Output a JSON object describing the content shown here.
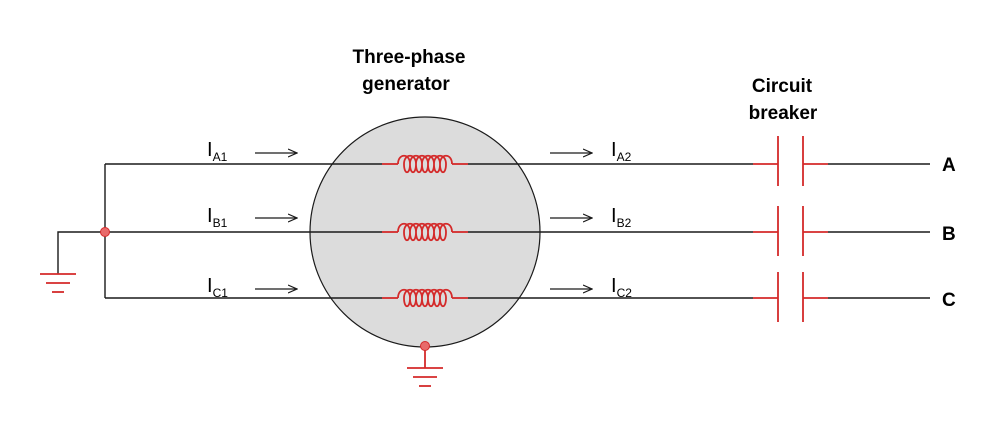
{
  "generator": {
    "title_line1": "Three-phase",
    "title_line2": "generator"
  },
  "breaker": {
    "title_line1": "Circuit",
    "title_line2": "breaker"
  },
  "phases": [
    {
      "label": "A",
      "in_main": "I",
      "in_sub": "A1",
      "out_main": "I",
      "out_sub": "A2"
    },
    {
      "label": "B",
      "in_main": "I",
      "in_sub": "B1",
      "out_main": "I",
      "out_sub": "B2"
    },
    {
      "label": "C",
      "in_main": "I",
      "in_sub": "C1",
      "out_main": "I",
      "out_sub": "C2"
    }
  ],
  "colors": {
    "wire": "#1a1a1a",
    "component": "#d42a2a",
    "generator_fill": "#dcdcdc",
    "node": "#e86a6a"
  }
}
